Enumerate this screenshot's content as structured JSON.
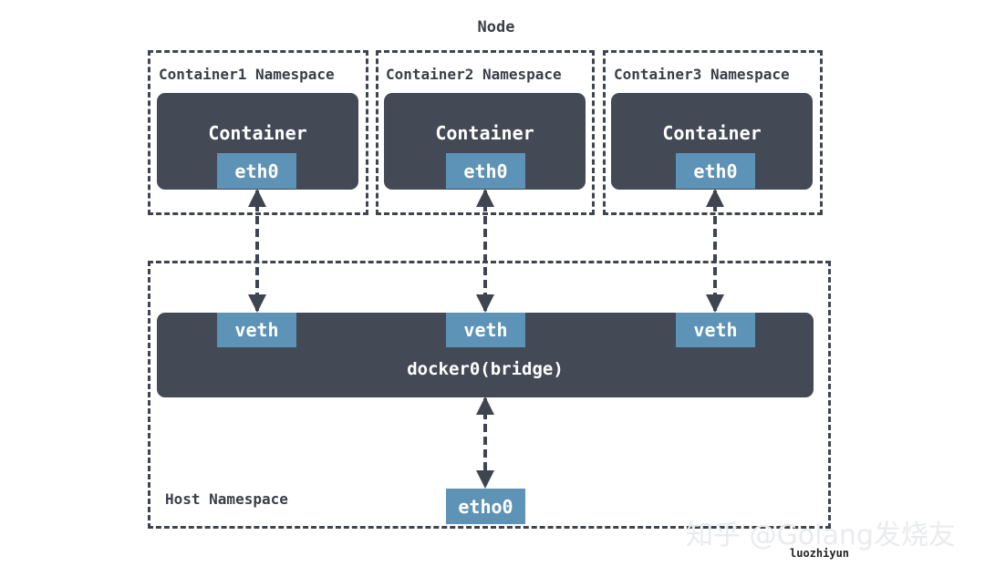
{
  "node_title": "Node",
  "containers": [
    {
      "namespace_label": "Container1 Namespace",
      "title": "Container",
      "interface": "eth0"
    },
    {
      "namespace_label": "Container2 Namespace",
      "title": "Container",
      "interface": "eth0"
    },
    {
      "namespace_label": "Container3 Namespace",
      "title": "Container",
      "interface": "eth0"
    }
  ],
  "host": {
    "namespace_label": "Host Namespace",
    "bridge_label": "docker0(bridge)",
    "veths": [
      "veth",
      "veth",
      "veth"
    ],
    "host_interface": "etho0"
  },
  "watermark": {
    "text": "知乎 @Golang发烧友",
    "user": "luozhiyun"
  },
  "colors": {
    "dark_box": "#434a56",
    "interface": "#5d93b6",
    "border": "#3f4550"
  }
}
